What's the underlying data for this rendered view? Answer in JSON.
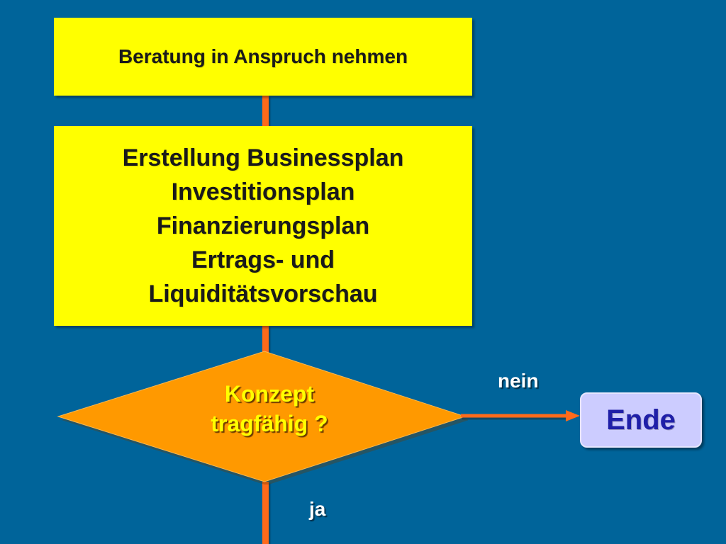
{
  "flowchart": {
    "step_1": "Beratung in Anspruch nehmen",
    "step_2": {
      "lines": [
        "Erstellung Businessplan",
        "Investitionsplan",
        "Finanzierungsplan",
        "Ertrags- und",
        "Liquiditätsvorschau"
      ]
    },
    "decision": {
      "lines": [
        "Konzept",
        "tragfähig ?"
      ]
    },
    "end_label": "Ende",
    "branch_no": "nein",
    "branch_yes": "ja"
  },
  "colors": {
    "background": "#00649a",
    "process_box": "#ffff00",
    "decision": "#ff9900",
    "connector": "#ff6a1a",
    "decision_text": "#ffff00",
    "end_box": "#ccccff",
    "end_text": "#1f1fa8"
  }
}
